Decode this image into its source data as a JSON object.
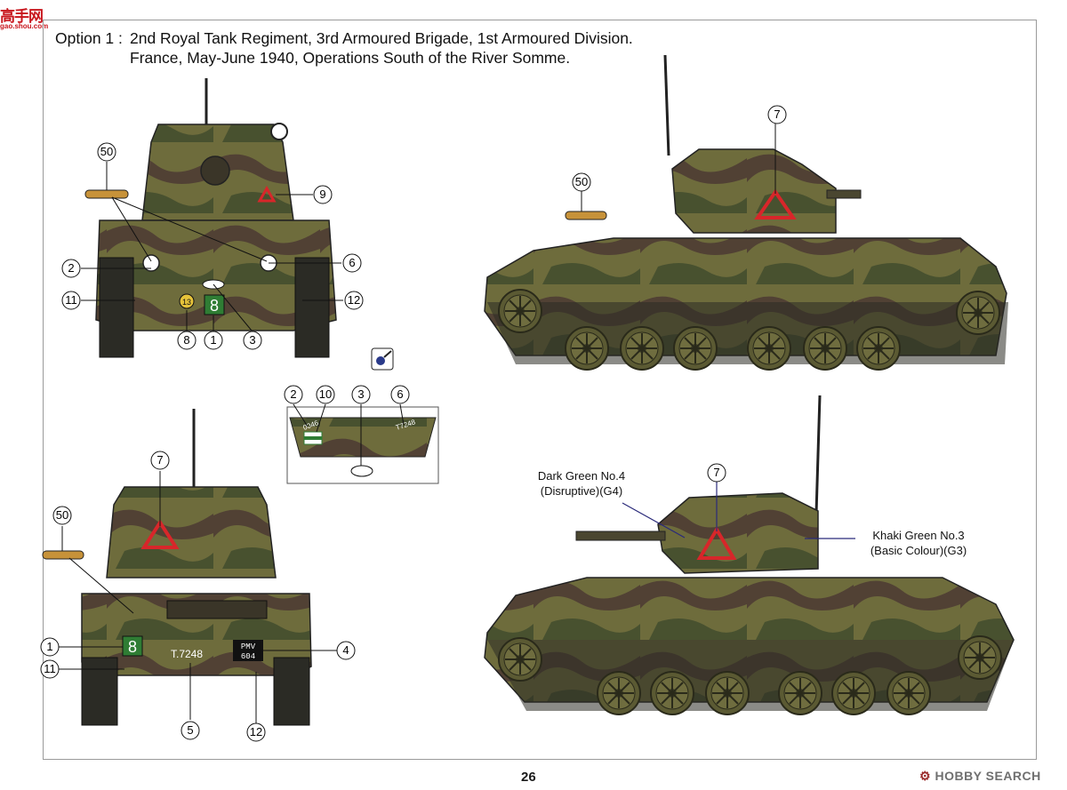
{
  "watermark_top": {
    "text": "高手网",
    "sub": "gao.shou.com"
  },
  "heading": {
    "option": "Option 1 :",
    "line1": "2nd Royal Tank Regiment, 3rd Armoured Brigade, 1st Armoured Division.",
    "line2": "France, May-June 1940, Operations South of the River Somme."
  },
  "front_view": {
    "callouts": [
      "50",
      "9",
      "2",
      "6",
      "11",
      "12",
      "8",
      "1",
      "3"
    ],
    "decal_13": "13",
    "decal_8": "8"
  },
  "side_view_top": {
    "callouts": [
      "7",
      "50"
    ]
  },
  "plate_detail": {
    "callouts": [
      "2",
      "10",
      "3",
      "6"
    ],
    "text_left": "0046",
    "text_right": "T7248"
  },
  "rear_view": {
    "callouts": [
      "7",
      "50",
      "1",
      "4",
      "11",
      "5",
      "12"
    ],
    "decal_8": "8",
    "serial": "T.7248",
    "plate_line1": "PMV",
    "plate_line2": "604"
  },
  "side_view_bottom": {
    "callouts": [
      "7"
    ],
    "label_g4_line1": "Dark Green No.4",
    "label_g4_line2": "(Disruptive)(G4)",
    "label_g3_line1": "Khaki Green No.3",
    "label_g3_line2": "(Basic Colour)(G3)"
  },
  "colors": {
    "khaki_green": "#6e6c3c",
    "dark_green": "#3f4a2c",
    "disruptive_brown": "#4d3a33",
    "triangle_red": "#d8262a",
    "plate_green": "#2f7d34"
  },
  "page_number": "26",
  "footer_watermark": "HOBBY SEARCH"
}
